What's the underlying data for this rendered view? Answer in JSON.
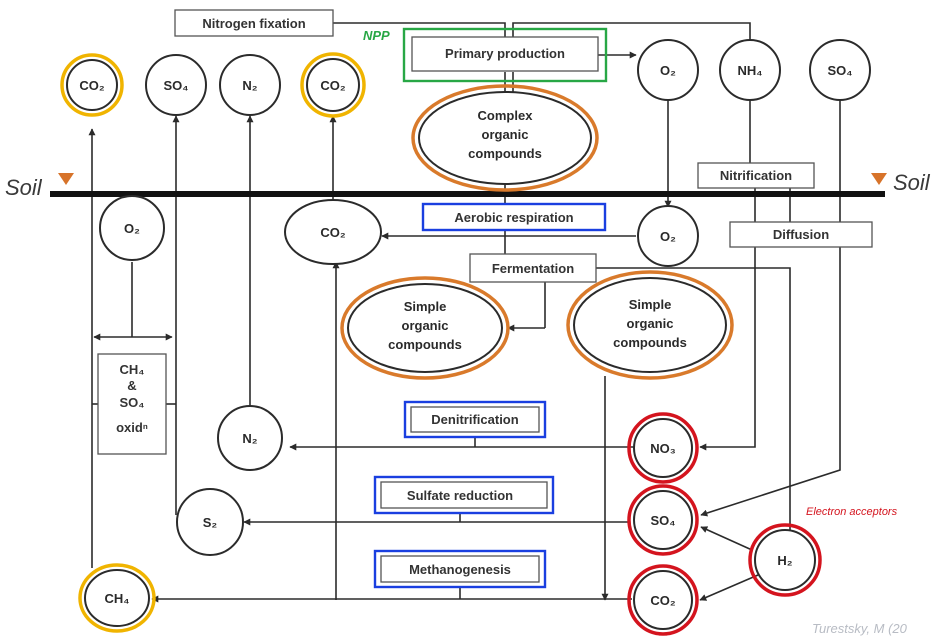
{
  "soil_label": "Soil",
  "npp_label": "NPP",
  "electron_acceptors_label": "Electron acceptors",
  "credit": "Turestsky, M (20",
  "colors": {
    "ring_yellow": "#f0b400",
    "ring_orange": "#d97a2b",
    "ring_red": "#d4141e",
    "box_blue": "#1a3fe0",
    "box_green": "#28a745",
    "soil_marker": "#d7732a"
  },
  "boxes": {
    "nitrogen_fixation": "Nitrogen fixation",
    "primary_production": "Primary production",
    "nitrification": "Nitrification",
    "aerobic_respiration": "Aerobic respiration",
    "diffusion": "Diffusion",
    "fermentation": "Fermentation",
    "denitrification": "Denitrification",
    "sulfate_reduction": "Sulfate reduction",
    "methanogenesis": "Methanogenesis",
    "ch4_so4_oxidation": [
      "CH₄",
      "&",
      "SO₄",
      "oxidⁿ"
    ]
  },
  "nodes": {
    "co2_top_left": "CO₂",
    "so4_top_left": "SO₄",
    "n2_top": "N₂",
    "co2_top_mid": "CO₂",
    "o2_top": "O₂",
    "nh4_top": "NH₄",
    "so4_top_right": "SO₄",
    "complex_organic": [
      "Complex",
      "organic",
      "compounds"
    ],
    "o2_left": "O₂",
    "co2_mid": "CO₂",
    "o2_right": "O₂",
    "simple_organic_left": [
      "Simple",
      "organic",
      "compounds"
    ],
    "simple_organic_right": [
      "Simple",
      "organic",
      "compounds"
    ],
    "n2_bottom": "N₂",
    "no3": "NO₃",
    "s2": "S₂",
    "so4_bottom": "SO₄",
    "h2": "H₂",
    "ch4": "CH₄",
    "co2_bottom": "CO₂"
  }
}
